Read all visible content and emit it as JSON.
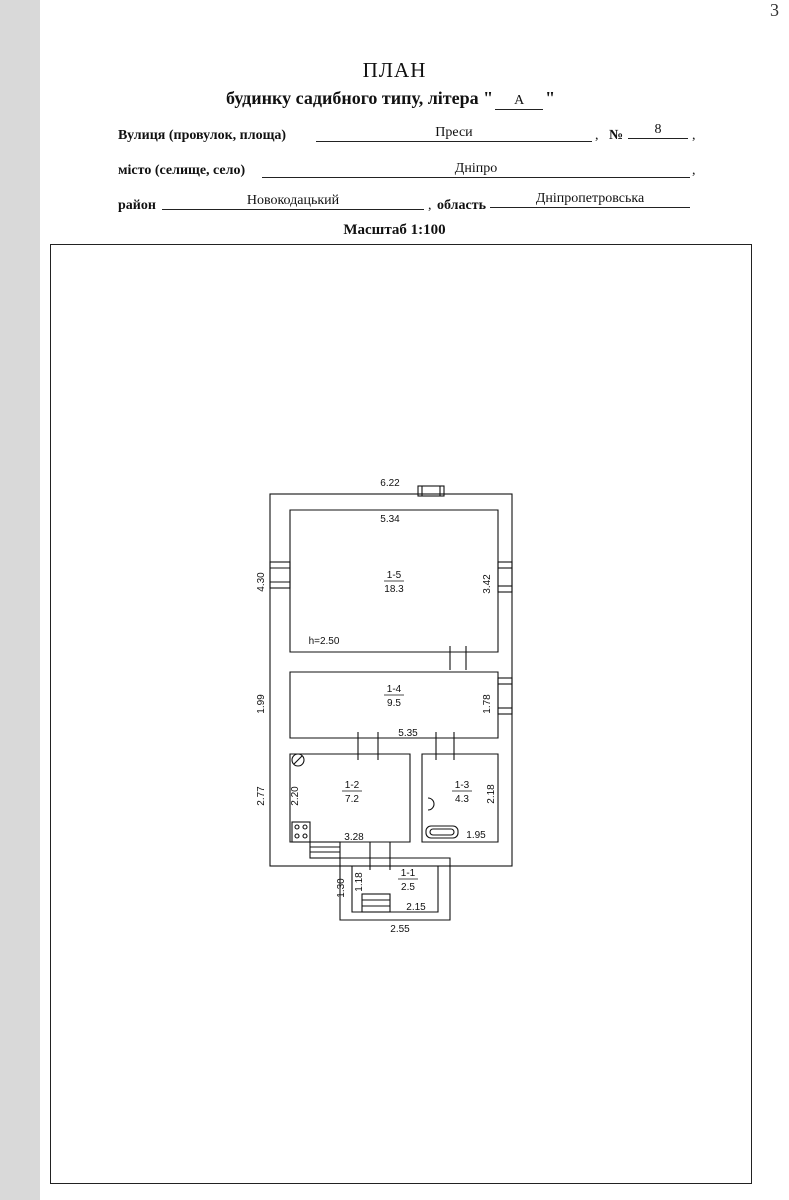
{
  "header": {
    "corner_mark": "3",
    "title": "ПЛАН",
    "subtitle_prefix": "будинку садибного типу, літера \"",
    "litera": "А",
    "subtitle_suffix": "\""
  },
  "address": {
    "street_label": "Вулиця (провулок, площа)",
    "street_value": "Преси",
    "number_label": "№",
    "number_value": "8",
    "city_label": "місто (селище, село)",
    "city_value": "Дніпро",
    "district_label": "район",
    "district_value": "Новокодацький",
    "region_label": "область",
    "region_value": "Дніпропетровська",
    "comma": ","
  },
  "scale": "Масштаб 1:100",
  "plan": {
    "rooms": [
      {
        "id": "1-5",
        "area": "18.3"
      },
      {
        "id": "1-4",
        "area": "9.5"
      },
      {
        "id": "1-2",
        "area": "7.2"
      },
      {
        "id": "1-3",
        "area": "4.3"
      },
      {
        "id": "1-1",
        "area": "2.5"
      }
    ],
    "dimensions": {
      "outer_top": "6.22",
      "room5_width": "5.34",
      "room5_outer_height": "4.30",
      "room5_inner_height": "3.42",
      "ceiling_height": "h=2.50",
      "room4_outer_height": "1.99",
      "room4_inner_height": "1.78",
      "room4_width": "5.35",
      "room2_outer_height": "2.77",
      "room2_inner_height": "2.20",
      "room2_width": "3.28",
      "room3_inner_height": "2.18",
      "room3_width": "1.95",
      "porch_outer_height": "1.30",
      "porch_inner_height": "1.18",
      "porch_inner_width": "2.15",
      "porch_outer_width": "2.55"
    }
  }
}
